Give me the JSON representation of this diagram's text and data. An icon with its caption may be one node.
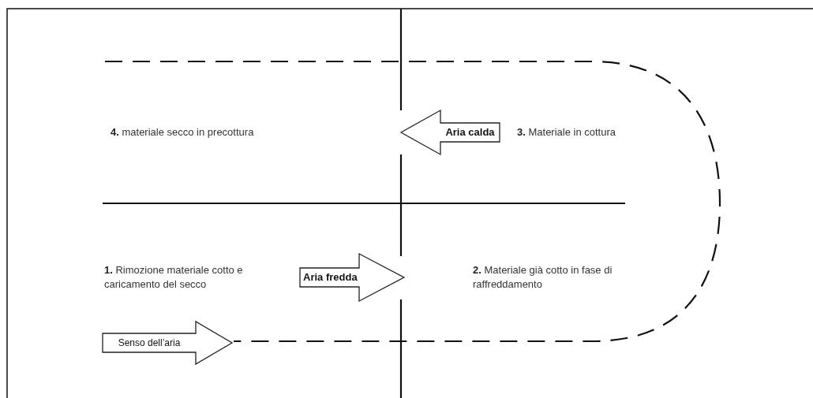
{
  "diagram": {
    "nodes": [
      {
        "text": [
          "Aria calda"
        ]
      },
      {
        "text": [
          "Aria fredda"
        ]
      },
      {
        "text": [
          "Senso dell’aria"
        ]
      }
    ],
    "labels": [
      "**4.** materiale secco in precottura",
      "**3.** Materiale in cottura",
      "**1.** Rimozione materiale cotto e caricamento del secco",
      "**2.** Materiale già cotto in fase di raffreddamento"
    ]
  }
}
